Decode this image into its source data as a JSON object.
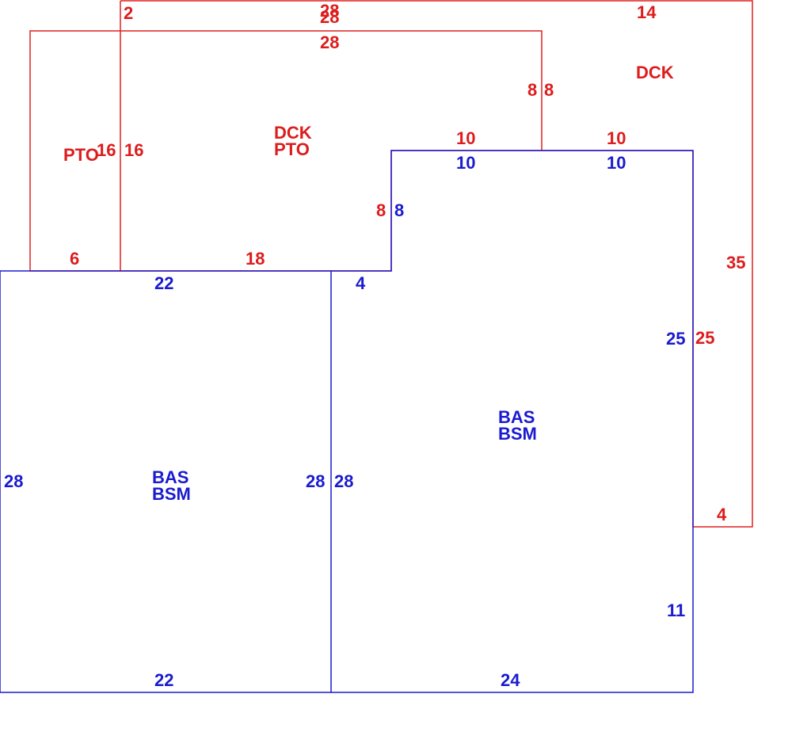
{
  "colors": {
    "red": "#dd1c1c",
    "blue": "#1a1ad0"
  },
  "areas": {
    "dck_right": "DCK",
    "pto_left": "PTO",
    "dck_pto_line1": "DCK",
    "dck_pto_line2": "PTO",
    "bas_left_line1": "BAS",
    "bas_left_line2": "BSM",
    "bas_right_line1": "BAS",
    "bas_right_line2": "BSM"
  },
  "dims": {
    "top_2": "2",
    "top_28_a": "28",
    "top_28_b": "28",
    "top_28_c": "28",
    "top_14": "14",
    "red_8_left": "8",
    "red_8_right": "8",
    "red_16_a": "16",
    "red_16_b": "16",
    "red_10_a": "10",
    "red_10_b": "10",
    "blue_10_a": "10",
    "blue_10_b": "10",
    "red_8_mid": "8",
    "blue_8_mid": "8",
    "red_6": "6",
    "red_18": "18",
    "blue_22_top": "22",
    "blue_4": "4",
    "red_35": "35",
    "blue_25": "25",
    "red_25": "25",
    "blue_28_left": "28",
    "blue_28_mid_a": "28",
    "blue_28_mid_b": "28",
    "red_4": "4",
    "blue_11": "11",
    "blue_22_bottom": "22",
    "blue_24": "24"
  }
}
